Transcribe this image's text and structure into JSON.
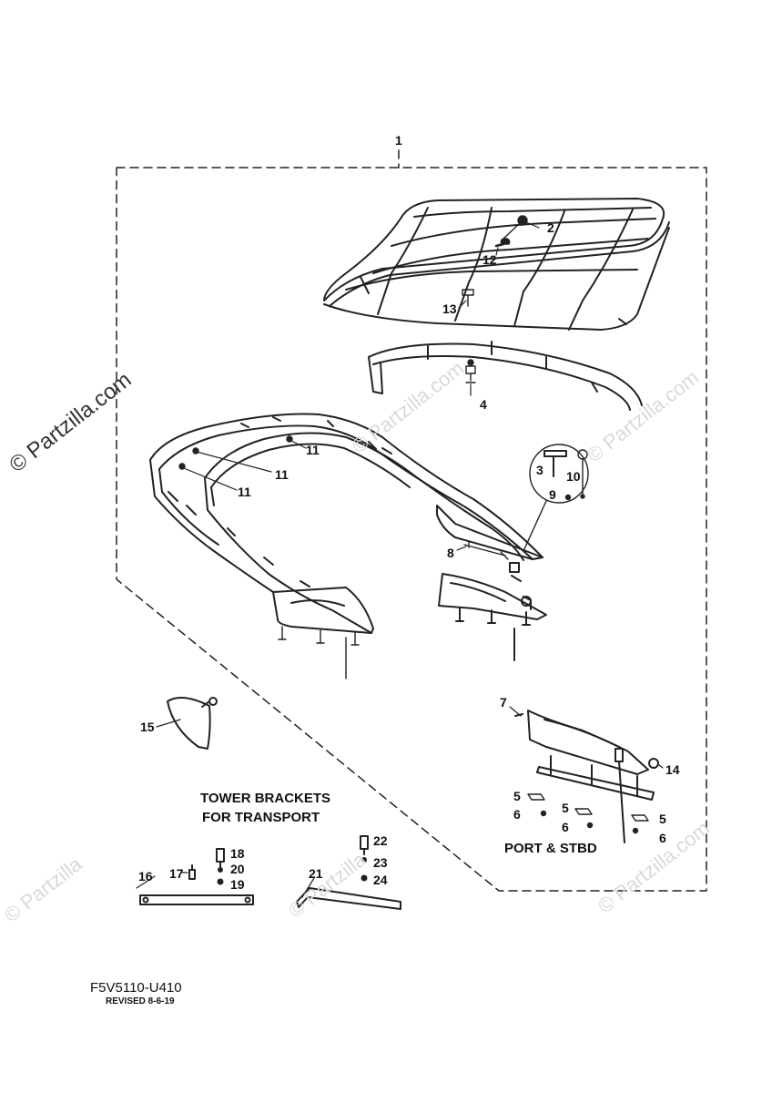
{
  "watermark": {
    "brand": "© Partzilla.com",
    "brand_short": "© Partzilla",
    "brand_left": "© Partzilla.com"
  },
  "diagram": {
    "callouts": {
      "c1": "1",
      "c2": "2",
      "c3": "3",
      "c4": "4",
      "c5a": "5",
      "c5b": "5",
      "c5c": "5",
      "c6a": "6",
      "c6b": "6",
      "c6c": "6",
      "c7": "7",
      "c8": "8",
      "c9": "9",
      "c10": "10",
      "c11a": "11",
      "c11b": "11",
      "c11c": "11",
      "c12": "12",
      "c13": "13",
      "c14": "14",
      "c15": "15",
      "c16": "16",
      "c17": "17",
      "c18": "18",
      "c19": "19",
      "c20": "20",
      "c21": "21",
      "c22": "22",
      "c23": "23",
      "c24": "24"
    },
    "section_heading_line1": "TOWER BRACKETS",
    "section_heading_line2": "FOR TRANSPORT",
    "port_label": "PORT & STBD",
    "diagram_code": "F5V5110-U410",
    "revision": "REVISED 8-6-19"
  },
  "colors": {
    "line": "#222222",
    "watermark": "#d9d9d9"
  }
}
